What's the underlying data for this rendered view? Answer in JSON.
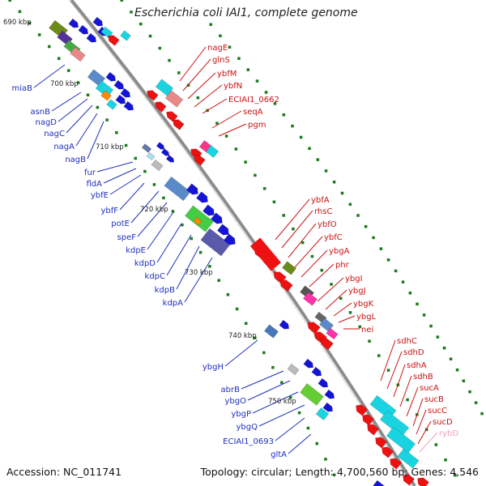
{
  "title": "Escherichia coli IAI1, complete genome",
  "footer": {
    "accession": "Accession: NC_011741",
    "summary": "Topology: circular; Length: 4,700,560 bp; Genes: 4,546"
  },
  "colors": {
    "backbone": "#8c8c8c",
    "tick": "#1a7a1a",
    "forward_label": "#1f2fbf",
    "reverse_label": "#cc1111",
    "pseudo_label": "#f0a0c0"
  },
  "scale_labels": [
    "690 kbp",
    "700 kbp",
    "710 kbp",
    "720 kbp",
    "730 kbp",
    "740 kbp",
    "750 kbp"
  ],
  "left_genes": [
    "miaB",
    "asnB",
    "nagD",
    "nagC",
    "nagA",
    "nagB",
    "fur",
    "fldA",
    "ybfE",
    "ybfF",
    "potE",
    "speF",
    "kdpE",
    "kdpD",
    "kdpC",
    "kdpB",
    "kdpA",
    "ybgH",
    "abrB",
    "ybgO",
    "ybgP",
    "ybgQ",
    "ECIAI1_0693",
    "gltA"
  ],
  "right_genes": [
    "nagE",
    "glnS",
    "ybfM",
    "ybfN",
    "ECIAI1_0662",
    "seqA",
    "pgm",
    "ybfA",
    "rhsC",
    "ybfO",
    "ybfC",
    "ybgA",
    "phr",
    "ybgI",
    "ybgJ",
    "ybgK",
    "ybgL",
    "nei",
    "sdhC",
    "sdhD",
    "sdhA",
    "sdhB",
    "sucA",
    "sucB",
    "sucC",
    "sucD",
    "rybD"
  ]
}
